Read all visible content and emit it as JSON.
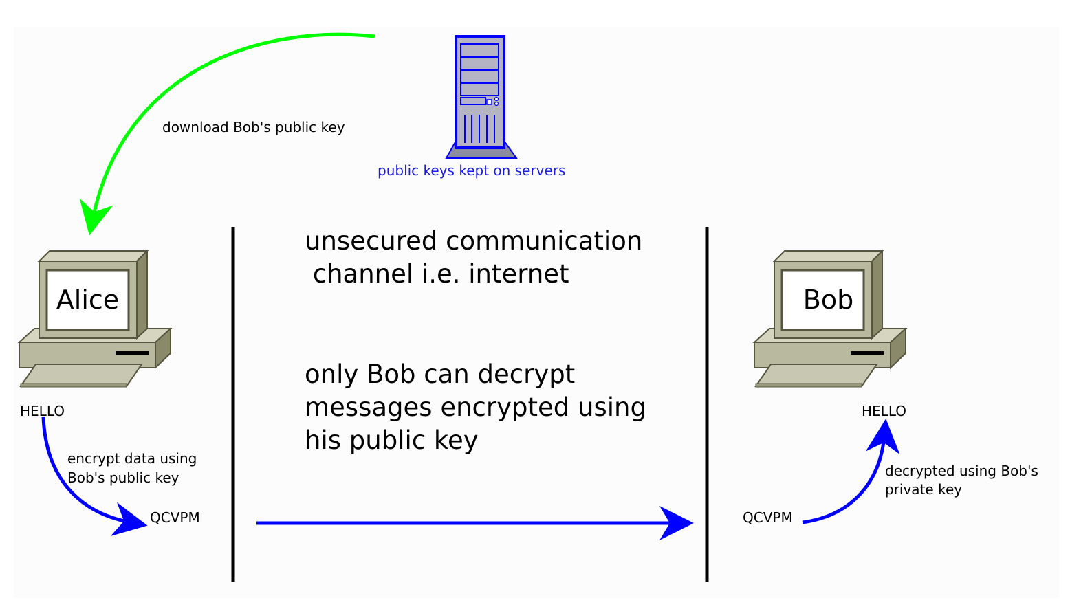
{
  "server": {
    "label": "public keys kept on servers",
    "color": "#0000ff"
  },
  "download_label": "download Bob's public key",
  "channel": {
    "line1": "unsecured communication",
    "line2": " channel i.e. internet"
  },
  "decrypt_note": {
    "line1": "only Bob can decrypt",
    "line2": "messages encrypted using",
    "line3": "his public key"
  },
  "alice": {
    "name": "Alice",
    "plaintext": "HELLO",
    "ciphertext": "QCVPM",
    "encrypt_label_line1": "encrypt data using",
    "encrypt_label_line2": "Bob's public key"
  },
  "bob": {
    "name": "Bob",
    "plaintext": "HELLO",
    "ciphertext": "QCVPM",
    "decrypt_label_line1": "decrypted using Bob's",
    "decrypt_label_line2": "private key"
  },
  "colors": {
    "download_arrow": "#00ff00",
    "message_arrows": "#0000ff",
    "divider": "#000000",
    "computer_body": "#b9b9a0"
  },
  "icons": [
    "server-icon",
    "computer-icon",
    "arrow-icon"
  ]
}
